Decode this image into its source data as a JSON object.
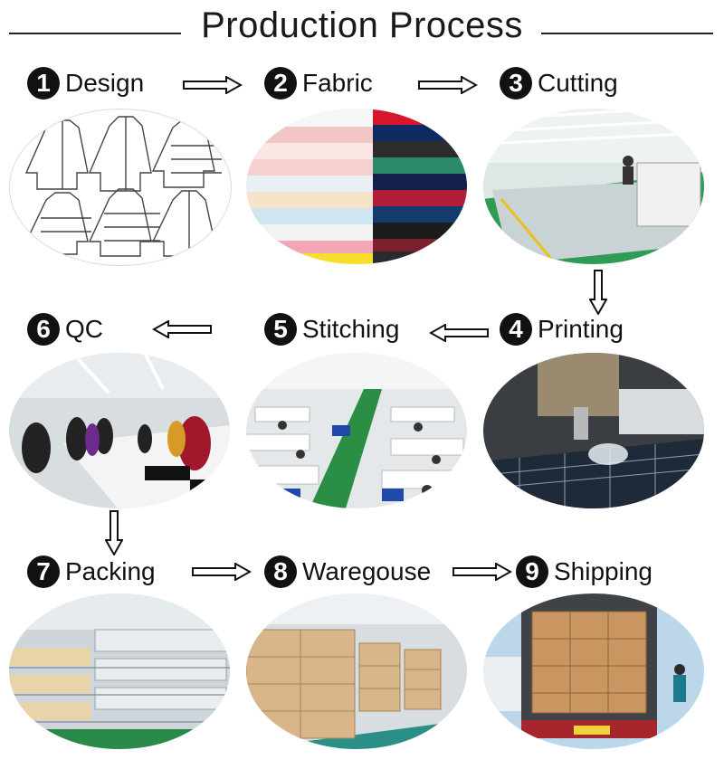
{
  "title": "Production Process",
  "steps": [
    {
      "number": "1",
      "label": "Design",
      "image": "sketches-of-jackets"
    },
    {
      "number": "2",
      "label": "Fabric",
      "image": "stacked-fabric-rolls"
    },
    {
      "number": "3",
      "label": "Cutting",
      "image": "cutting-workshop-tables"
    },
    {
      "number": "4",
      "label": "Printing",
      "image": "printing-machine-closeup"
    },
    {
      "number": "5",
      "label": "Stitching",
      "image": "sewing-workshop-rows"
    },
    {
      "number": "6",
      "label": "QC",
      "image": "quality-check-table"
    },
    {
      "number": "7",
      "label": "Packing",
      "image": "packed-garments-racks"
    },
    {
      "number": "8",
      "label": "Waregouse",
      "image": "warehouse-carton-stacks"
    },
    {
      "number": "9",
      "label": "Shipping",
      "image": "container-truck-loading"
    }
  ]
}
